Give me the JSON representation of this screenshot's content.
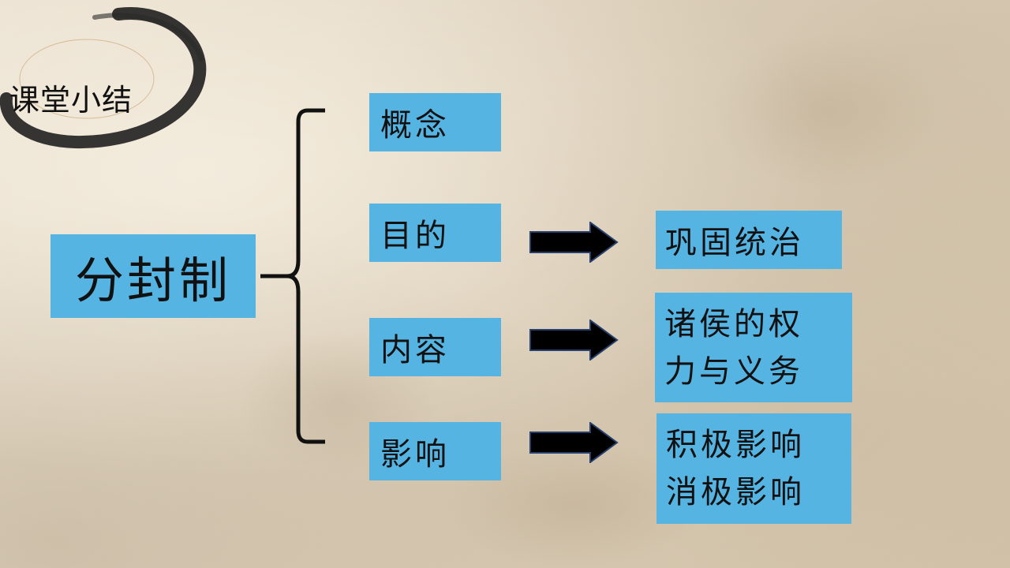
{
  "section_title": "课堂小结",
  "main_topic": "分封制",
  "branches": [
    {
      "label": "概念"
    },
    {
      "label": "目的",
      "result_lines": [
        "巩固统治"
      ]
    },
    {
      "label": "内容",
      "result_lines": [
        "诸侯的权",
        "力与义务"
      ]
    },
    {
      "label": "影响",
      "result_lines": [
        "积极影响",
        "消极影响"
      ]
    }
  ],
  "colors": {
    "box_fill": "#56b4e3",
    "ink": "#111111",
    "paper": "#e4d8c4"
  }
}
